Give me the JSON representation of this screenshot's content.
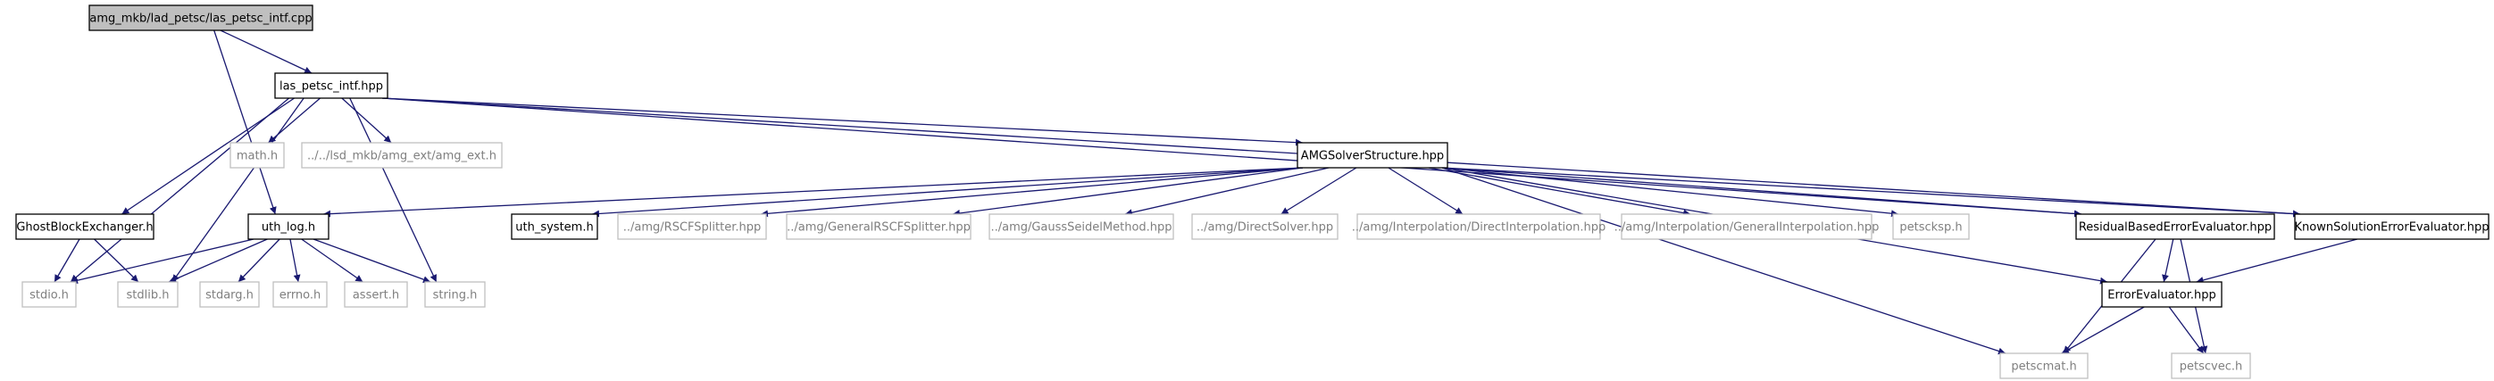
{
  "nodes": {
    "root": {
      "label": "amg_mkb/lad_petsc/las_petsc_intf.cpp",
      "style": "root"
    },
    "intf_hpp": {
      "label": "las_petsc_intf.hpp",
      "style": "documented"
    },
    "math_h": {
      "label": "math.h",
      "style": "external"
    },
    "amg_ext": {
      "label": "../../lsd_mkb/amg_ext/amg_ext.h",
      "style": "external"
    },
    "amg_solver": {
      "label": "AMGSolverStructure.hpp",
      "style": "documented"
    },
    "ghost": {
      "label": "GhostBlockExchanger.h",
      "style": "documented"
    },
    "uth_log": {
      "label": "uth_log.h",
      "style": "documented"
    },
    "uth_system": {
      "label": "uth_system.h",
      "style": "documented"
    },
    "rscf": {
      "label": "../amg/RSCFSplitter.hpp",
      "style": "external"
    },
    "grscf": {
      "label": "../amg/GeneralRSCFSplitter.hpp",
      "style": "external"
    },
    "gauss": {
      "label": "../amg/GaussSeidelMethod.hpp",
      "style": "external"
    },
    "direct": {
      "label": "../amg/DirectSolver.hpp",
      "style": "external"
    },
    "dinterp": {
      "label": "../amg/Interpolation/DirectInterpolation.hpp",
      "style": "external"
    },
    "ginterp": {
      "label": "../amg/Interpolation/GeneralInterpolation.hpp",
      "style": "external"
    },
    "petscksp": {
      "label": "petscksp.h",
      "style": "external"
    },
    "residual": {
      "label": "ResidualBasedErrorEvaluator.hpp",
      "style": "documented"
    },
    "known": {
      "label": "KnownSolutionErrorEvaluator.hpp",
      "style": "documented"
    },
    "stdio": {
      "label": "stdio.h",
      "style": "external"
    },
    "stdlib": {
      "label": "stdlib.h",
      "style": "external"
    },
    "stdarg": {
      "label": "stdarg.h",
      "style": "external"
    },
    "errno": {
      "label": "errno.h",
      "style": "external"
    },
    "assert": {
      "label": "assert.h",
      "style": "external"
    },
    "string": {
      "label": "string.h",
      "style": "external"
    },
    "error_eval": {
      "label": "ErrorEvaluator.hpp",
      "style": "documented"
    },
    "petscmat": {
      "label": "petscmat.h",
      "style": "external"
    },
    "petscvec": {
      "label": "petscvec.h",
      "style": "external"
    }
  },
  "edges": [
    [
      "root",
      "intf_hpp"
    ],
    [
      "root",
      "uth_log"
    ],
    [
      "intf_hpp",
      "math_h"
    ],
    [
      "intf_hpp",
      "amg_ext"
    ],
    [
      "intf_hpp",
      "amg_solver"
    ],
    [
      "intf_hpp",
      "ghost"
    ],
    [
      "intf_hpp",
      "stdio"
    ],
    [
      "intf_hpp",
      "stdlib"
    ],
    [
      "intf_hpp",
      "string"
    ],
    [
      "intf_hpp",
      "residual"
    ],
    [
      "intf_hpp",
      "known"
    ],
    [
      "amg_solver",
      "uth_log"
    ],
    [
      "amg_solver",
      "uth_system"
    ],
    [
      "amg_solver",
      "rscf"
    ],
    [
      "amg_solver",
      "grscf"
    ],
    [
      "amg_solver",
      "gauss"
    ],
    [
      "amg_solver",
      "direct"
    ],
    [
      "amg_solver",
      "dinterp"
    ],
    [
      "amg_solver",
      "ginterp"
    ],
    [
      "amg_solver",
      "petscksp"
    ],
    [
      "amg_solver",
      "residual"
    ],
    [
      "amg_solver",
      "known"
    ],
    [
      "amg_solver",
      "error_eval"
    ],
    [
      "amg_solver",
      "petscmat"
    ],
    [
      "ghost",
      "stdio"
    ],
    [
      "ghost",
      "stdlib"
    ],
    [
      "uth_log",
      "stdio"
    ],
    [
      "uth_log",
      "stdlib"
    ],
    [
      "uth_log",
      "stdarg"
    ],
    [
      "uth_log",
      "errno"
    ],
    [
      "uth_log",
      "assert"
    ],
    [
      "uth_log",
      "string"
    ],
    [
      "residual",
      "error_eval"
    ],
    [
      "residual",
      "petscmat"
    ],
    [
      "residual",
      "petscvec"
    ],
    [
      "known",
      "error_eval"
    ],
    [
      "error_eval",
      "petscmat"
    ],
    [
      "error_eval",
      "petscvec"
    ]
  ],
  "colors": {
    "edge": "#191970",
    "root_fill": "#bfbfbf",
    "documented_border": "#000000",
    "external_border": "#bfbfbf",
    "external_text": "#7f7f7f"
  }
}
